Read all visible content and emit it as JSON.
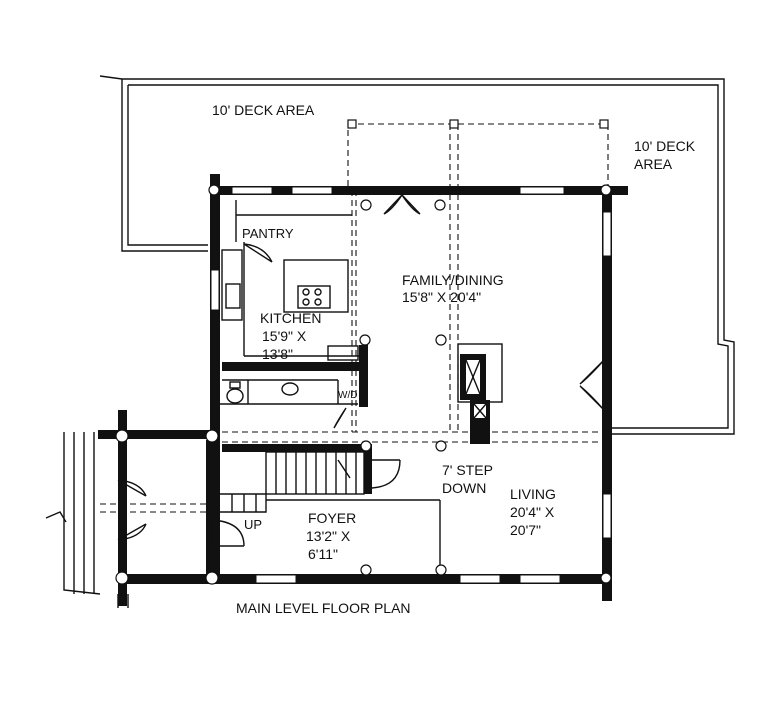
{
  "labels": {
    "deck_top": "10' DECK AREA",
    "deck_right_1": "10' DECK",
    "deck_right_2": "AREA",
    "pantry": "PANTRY",
    "family_dining_1": "FAMILY/DINING",
    "family_dining_2": "15'8\" X 20'4\"",
    "kitchen_1": "KITCHEN",
    "kitchen_2": "15'9\" X",
    "kitchen_3": "13'8\"",
    "step_down_1": "7' STEP",
    "step_down_2": "DOWN",
    "living_1": "LIVING",
    "living_2": "20'4\" X",
    "living_3": "20'7\"",
    "foyer_1": "FOYER",
    "foyer_2": "13'2\" X",
    "foyer_3": "6'11\"",
    "up": "UP",
    "wd": "W/D",
    "caption": "MAIN LEVEL FLOOR PLAN"
  }
}
